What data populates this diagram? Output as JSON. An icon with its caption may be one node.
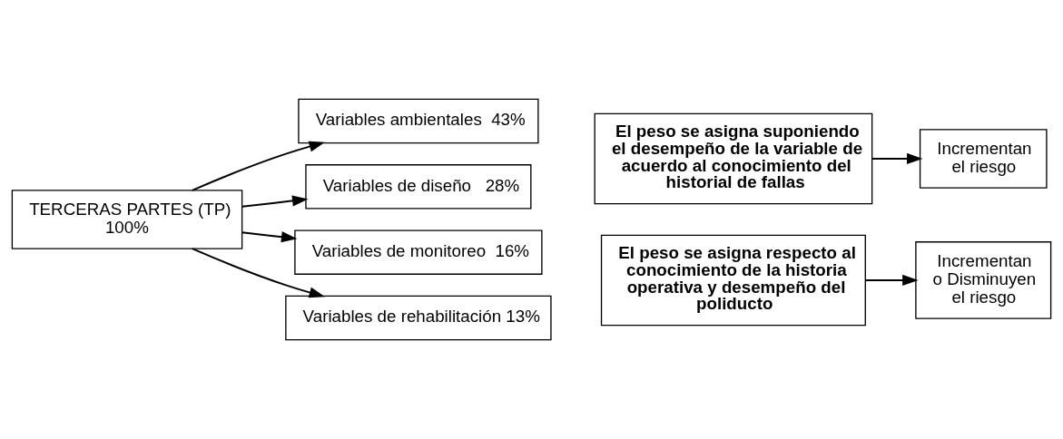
{
  "diagram": {
    "nodes": [
      {
        "text": [
          "TERCERAS PARTES (TP)",
          "100%"
        ]
      },
      {
        "text": [
          "Variables ambientales  43%"
        ]
      },
      {
        "text": [
          "Variables de diseño   28%"
        ]
      },
      {
        "text": [
          "Variables de monitoreo  16%"
        ]
      },
      {
        "text": [
          "Variables de rehabilitación 13%"
        ]
      },
      {
        "text": [
          "El peso se asigna suponiendo el desempeño de la variable de acuerdo al conocimiento del historial de fallas"
        ]
      },
      {
        "text": [
          "El peso se asigna respecto al conocimiento de la historia operativa y desempeño del poliducto"
        ]
      },
      {
        "text": [
          "Incrementan el riesgo"
        ]
      },
      {
        "text": [
          "Incrementan o Disminuyen el riesgo"
        ]
      }
    ],
    "edges": [
      {
        "from": 0,
        "to": 1,
        "arrow": "to"
      },
      {
        "from": 0,
        "to": 2,
        "arrow": "to"
      },
      {
        "from": 0,
        "to": 3,
        "arrow": "to"
      },
      {
        "from": 0,
        "to": 4,
        "arrow": "to"
      },
      {
        "from": 5,
        "to": 7,
        "arrow": "to"
      },
      {
        "from": 6,
        "to": 8,
        "arrow": "to"
      }
    ]
  }
}
